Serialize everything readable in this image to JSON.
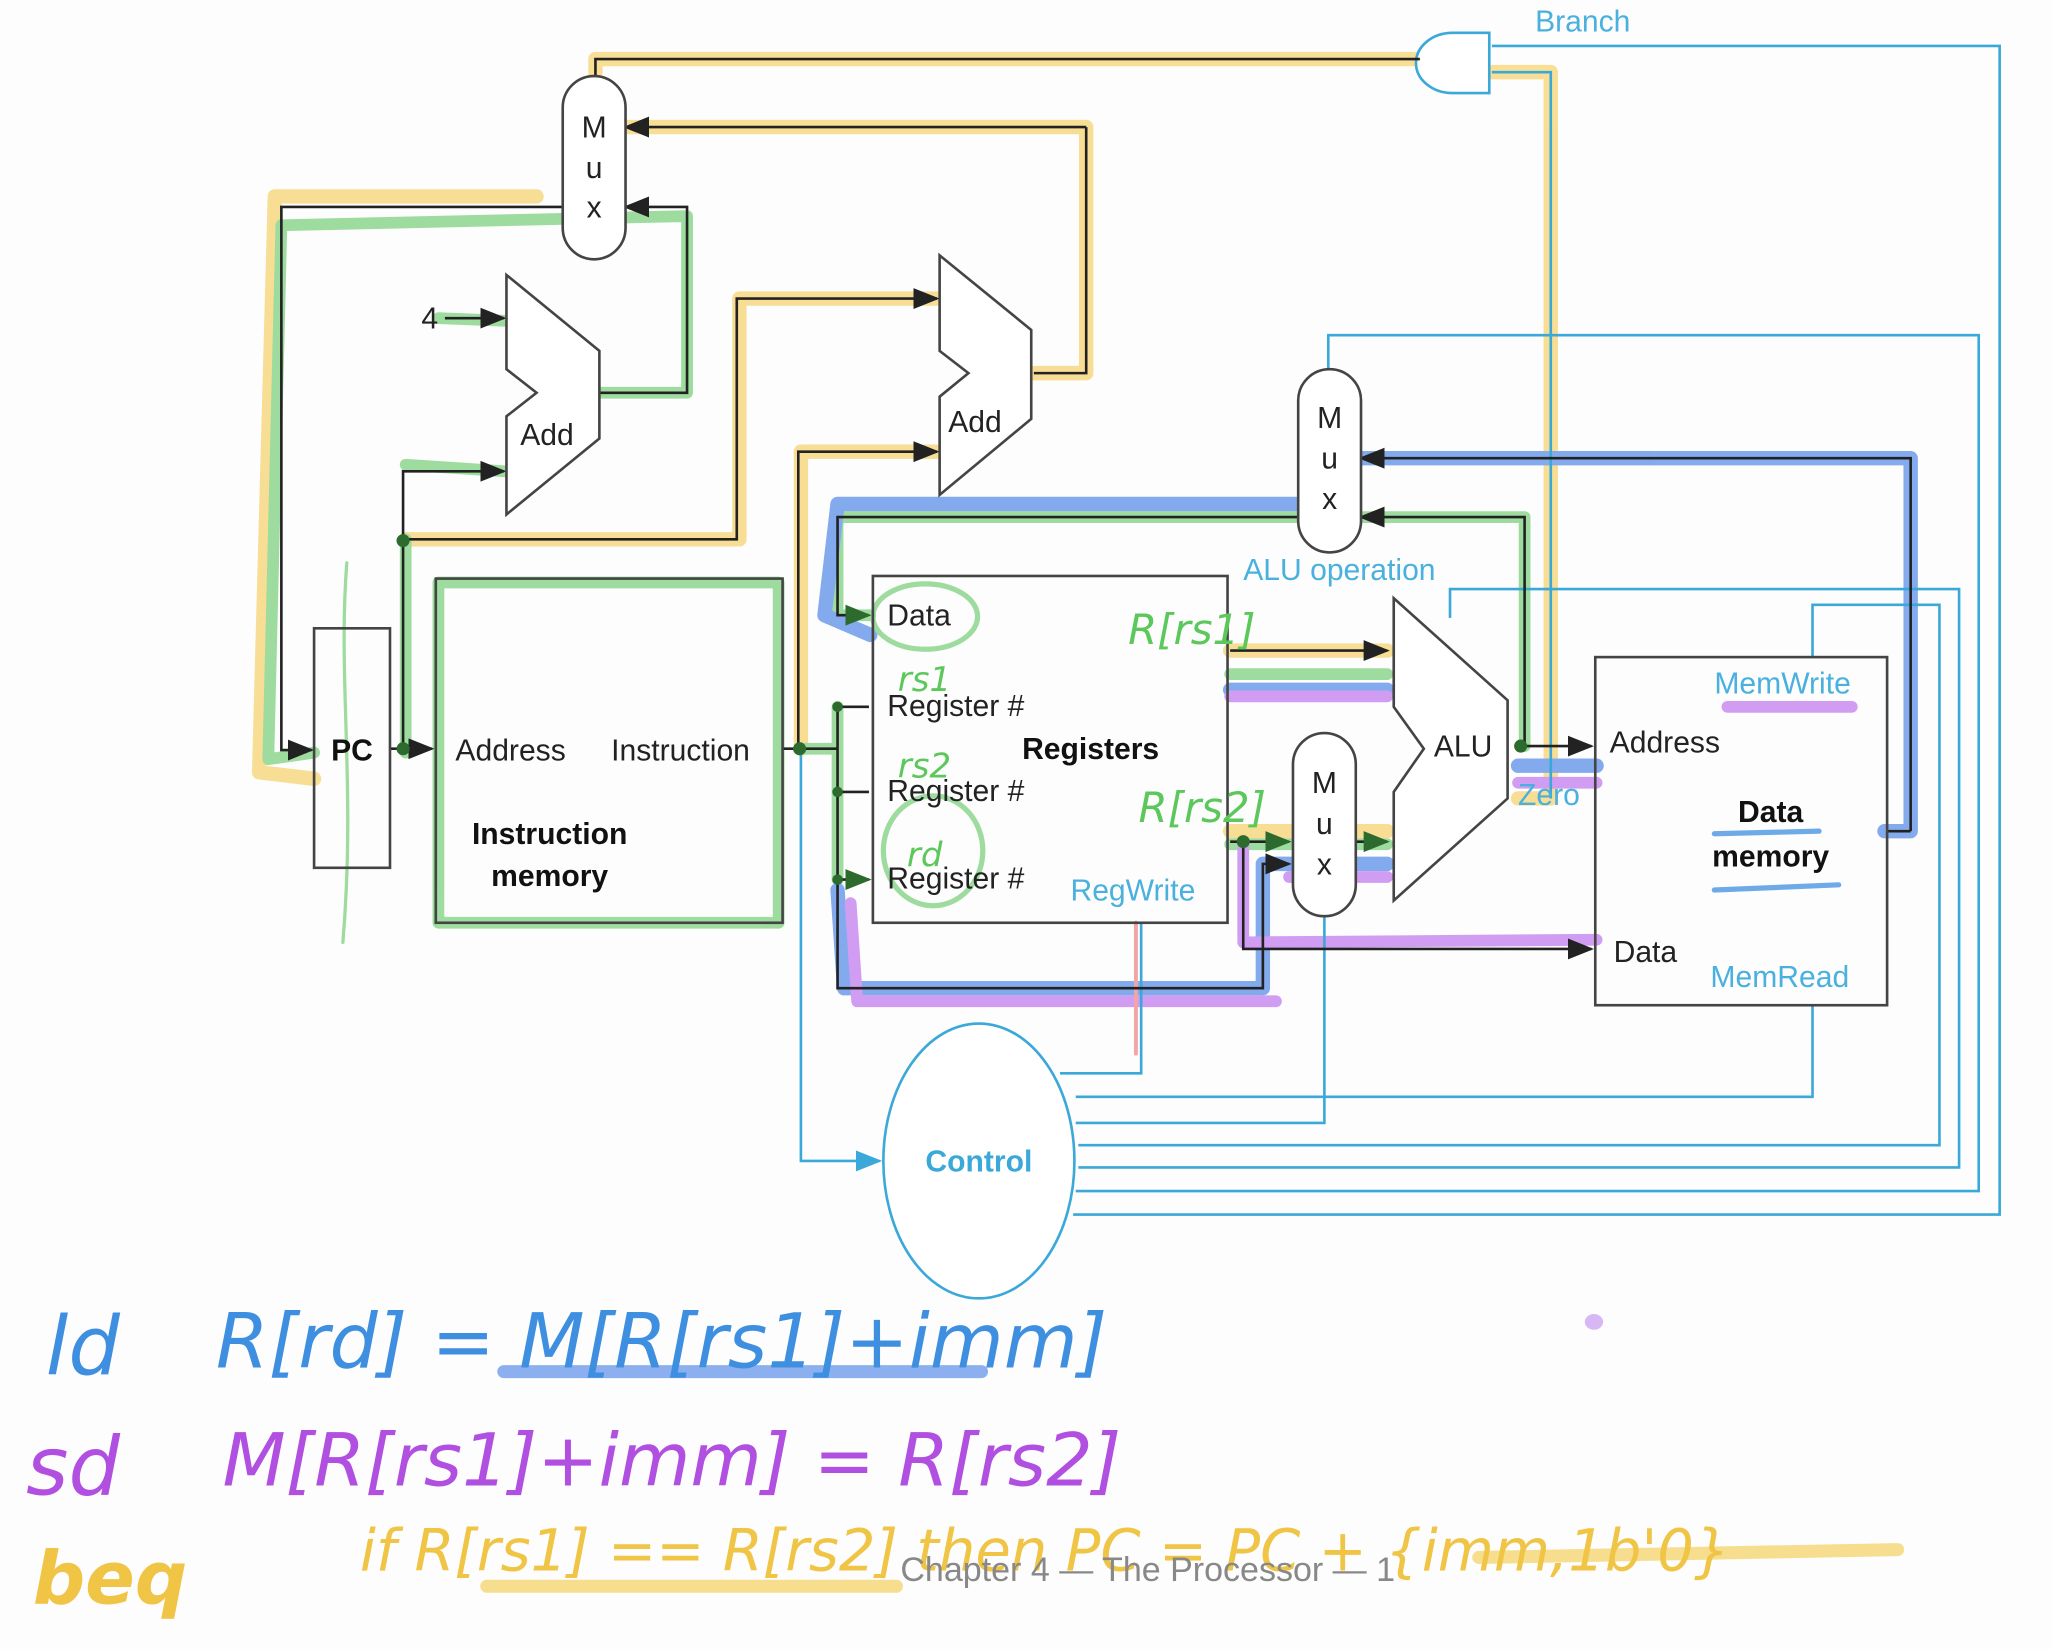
{
  "slide": {
    "footer": "Chapter 4 — The Processor — 1"
  },
  "datapath": {
    "pc_label": "PC",
    "const_four": "4",
    "adder_pc": "Add",
    "adder_branch": "Add",
    "mux_letters": [
      "M",
      "u",
      "x"
    ],
    "instruction_memory": {
      "address": "Address",
      "instruction": "Instruction",
      "title_line1": "Instruction",
      "title_line2": "memory"
    },
    "registers": {
      "port_data": "Data",
      "port_reg1": "Register #",
      "port_reg2": "Register #",
      "port_reg3": "Register #",
      "title": "Registers"
    },
    "alu_label": "ALU",
    "data_memory": {
      "address": "Address",
      "data": "Data",
      "title_line1": "Data",
      "title_line2": "memory"
    },
    "control_label": "Control"
  },
  "control_signals": {
    "branch": "Branch",
    "alu_operation": "ALU operation",
    "regwrite": "RegWrite",
    "memwrite": "MemWrite",
    "memread": "MemRead",
    "zero": "Zero"
  },
  "annotations": {
    "rs1_port": "rs1",
    "rs2_port": "rs2",
    "rd_port": "rd",
    "read1_value": "R[rs1]",
    "read2_value": "R[rs2]"
  },
  "notes": [
    {
      "mnemonic": "ld",
      "expression": "R[rd] = M[R[rs1]+imm]",
      "color": "#3f8fe0"
    },
    {
      "mnemonic": "sd",
      "expression": "M[R[rs1]+imm] = R[rs2]",
      "color": "#b04fe0"
    },
    {
      "mnemonic": "beq",
      "expression": "if R[rs1] == R[rs2] then PC = PC + {imm,1b'0}",
      "color": "#f2c94c"
    }
  ],
  "colors": {
    "control_blue": "#3aa8d8",
    "highlight_yellow": "#f5d472",
    "highlight_green": "#7fd07f",
    "highlight_blue": "#5b8fe8",
    "highlight_purple": "#c27ef0"
  }
}
